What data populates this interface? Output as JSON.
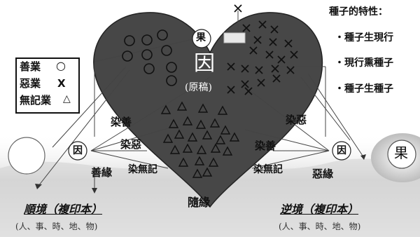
{
  "heart": {
    "center_label": "因",
    "center_sub": "(原稿)",
    "fruit_label": "果"
  },
  "legend": {
    "items": [
      {
        "label": "善業",
        "symbol": "○"
      },
      {
        "label": "惡業",
        "symbol": "X"
      },
      {
        "label": "無記業",
        "symbol": "△"
      }
    ]
  },
  "properties": {
    "title": "種子的特性：",
    "items": [
      "‧種子生現行",
      "‧現行熏種子",
      "‧種子生種子"
    ]
  },
  "left": {
    "cause": "因",
    "edge_upper": "染善",
    "edge_lower": "染惡",
    "condition": "善緣",
    "neutral": "染無記",
    "environment": "順境（複印本）",
    "environment_sub": "(人、事、時、地、物)"
  },
  "right": {
    "cause": "因",
    "fruit": "果",
    "edge_upper": "染惡",
    "edge_lower": "染善",
    "condition": "惡緣",
    "neutral": "染無記",
    "environment": "逆境（複印本）",
    "environment_sub": "(人、事、時、地、物)"
  },
  "bottom": {
    "label": "隨緣"
  }
}
